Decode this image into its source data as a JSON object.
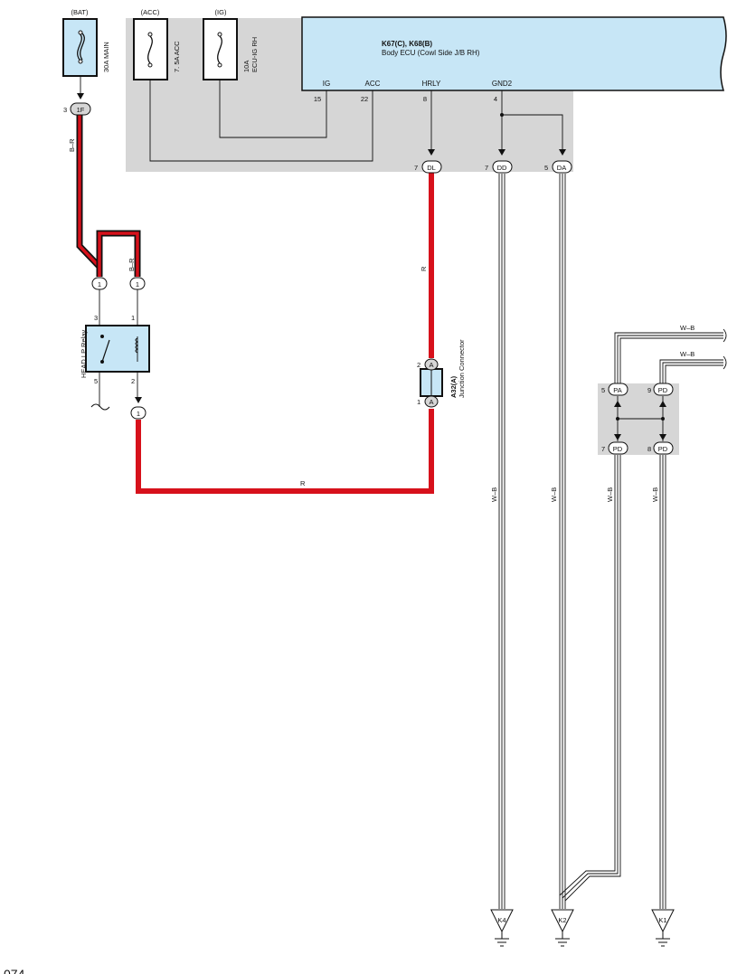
{
  "fuses": {
    "bat": {
      "supply": "(BAT)",
      "rating": "30A MAIN"
    },
    "acc": {
      "supply": "(ACC)",
      "rating": "7. 5A ACC"
    },
    "ig": {
      "supply": "(IG)",
      "rating_line1": "10A",
      "rating_line2": "ECU-IG RH"
    }
  },
  "ecu": {
    "title": "K67(C), K68(B)",
    "subtitle": "Body ECU (Cowl Side J/B RH)",
    "pins": [
      {
        "name": "IG",
        "number": "15"
      },
      {
        "name": "ACC",
        "number": "22"
      },
      {
        "name": "HRLY",
        "number": "8"
      },
      {
        "name": "GND2",
        "number": "4"
      }
    ]
  },
  "connectors": {
    "c_1f": {
      "pin": "3",
      "label": "1F"
    },
    "c_dl": {
      "pin": "7",
      "label": "DL"
    },
    "c_dd": {
      "pin": "7",
      "label": "DD"
    },
    "c_da": {
      "pin": "5",
      "label": "DA"
    },
    "c_relay_a": {
      "label": "1"
    },
    "c_relay_b": {
      "label": "1"
    },
    "c_relay_out": {
      "label": "1"
    },
    "c_pa": {
      "pin": "5",
      "label": "PA"
    },
    "c_pd_top": {
      "pin": "9",
      "label": "PD"
    },
    "c_pd_bl": {
      "pin": "7",
      "label": "PD"
    },
    "c_pd_br": {
      "pin": "8",
      "label": "PD"
    }
  },
  "relay": {
    "name": "HEAD LP Relay",
    "pin_tl": "3",
    "pin_tr": "1",
    "pin_bl": "5",
    "pin_br": "2"
  },
  "junction": {
    "code": "A32(A)",
    "name": "Junction Connector",
    "pin_top": "2",
    "pin_bottom": "1",
    "term_top": "A",
    "term_bottom": "A"
  },
  "wires": {
    "br_1": "B–R",
    "br_2": "B–R",
    "r_vertical": "R",
    "r_bottom": "R",
    "wb_1": "W–B",
    "wb_2": "W–B",
    "wb_3": "W–B",
    "wb_4": "W–B",
    "wb_top_1": "W–B",
    "wb_top_2": "W–B"
  },
  "grounds": {
    "k4": "K4",
    "k2": "K2",
    "k1": "K1"
  },
  "footer": {
    "fragment": "074"
  },
  "colors": {
    "red": "#d7111b",
    "gray_panel": "#d6d6d6",
    "blue_fill": "#c7e6f6",
    "line": "#111111"
  }
}
